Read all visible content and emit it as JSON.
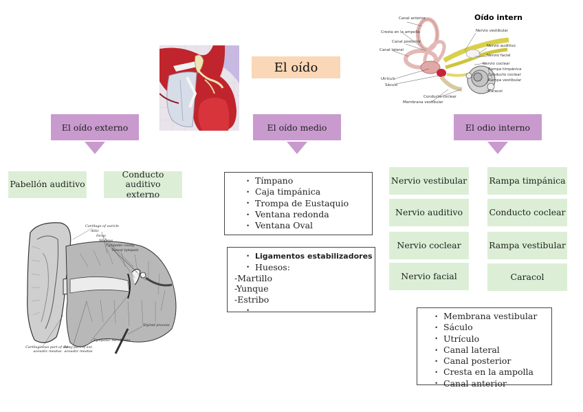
{
  "title": "El oído",
  "sections": [
    {
      "label": "El oído externo"
    },
    {
      "label": "El oído medio"
    },
    {
      "label": "El odio interno"
    }
  ],
  "external": {
    "boxes": [
      "Pabellón auditivo",
      "Conducto auditivo externo"
    ]
  },
  "middle": {
    "list1": [
      "Tímpano",
      "Caja timpánica",
      "Trompa de Eustaquio",
      "Ventana redonda",
      "Ventana Oval"
    ],
    "list2_heading": "Ligamentos estabilizadores",
    "list2_sub": "Huesos:",
    "list2_items": [
      "-Martillo",
      "-Yunque",
      "-Estribo"
    ]
  },
  "internal": {
    "left_boxes": [
      "Nervio vestibular",
      "Nervio auditivo",
      "Nervio coclear",
      "Nervio facial"
    ],
    "right_boxes": [
      "Rampa timpánica",
      "Conducto coclear",
      "Rampa vestibular",
      "Caracol"
    ],
    "list": [
      "Membrana vestibular",
      "Sáculo",
      "Utrículo",
      "Canal lateral",
      "Canal posterior",
      "Cresta en la ampolla",
      "Canal anterior"
    ]
  },
  "inner_ear_figure": {
    "title": "Oído interno",
    "labels_left": [
      "Canal anterior",
      "Cresta en la ampolla",
      "Canal posterior",
      "Canal lateral",
      "Utrículo",
      "Sáculo"
    ],
    "labels_right": [
      "Nervio vestibular",
      "Nervio auditivo",
      "Nervio facial",
      "Nervio coclear",
      "Rampa timpánica",
      "Conducto coclear",
      "Rampa vestibular",
      "Caracol"
    ],
    "labels_bottom": [
      "Conducto coclear",
      "Membrana vestibular"
    ]
  },
  "ear_anatomy_figure": {
    "labels": [
      "Cartilage of auricle",
      "Attic",
      "Incus",
      "Malleus",
      "Tympanic cavity",
      "Tensor tympani",
      "Cartilaginous part of ext. acoustic meatus",
      "Bony part of ext. acoustic meatus",
      "Tympanic membrane",
      "Styloid process"
    ]
  },
  "colors": {
    "title_bg": "#fad7b6",
    "section_bg": "#c99ace",
    "box_bg": "#dcefd6"
  }
}
